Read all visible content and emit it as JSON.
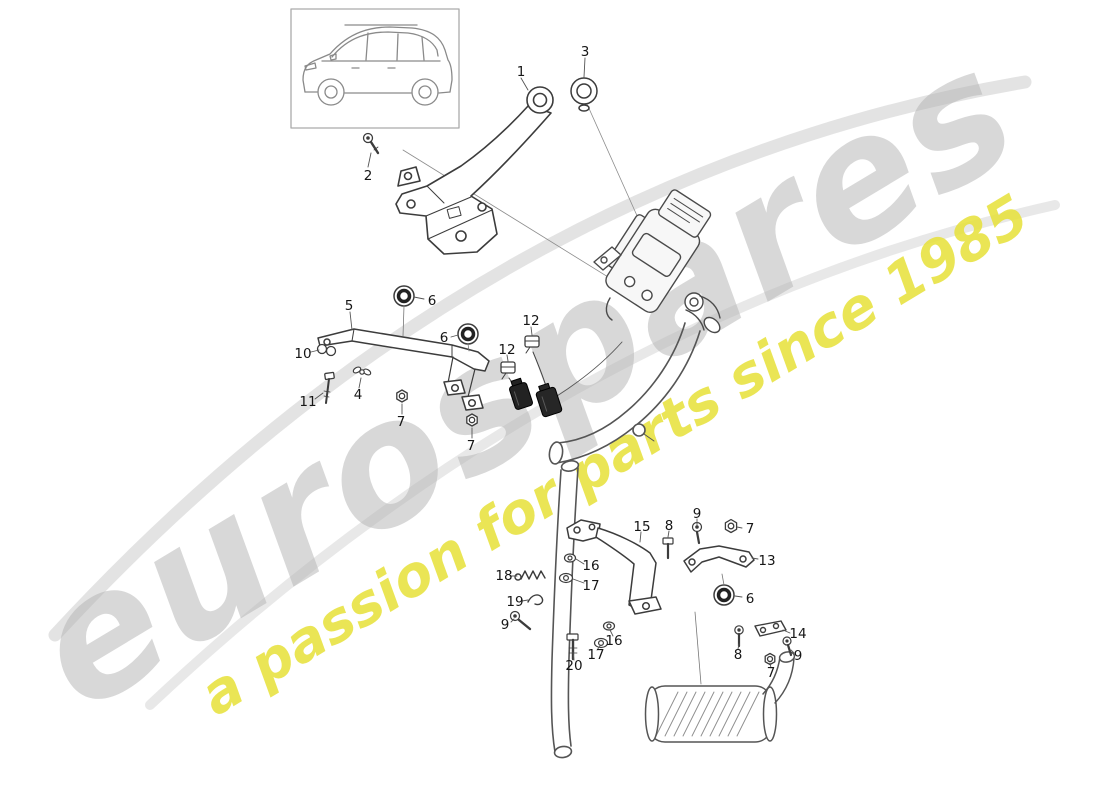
{
  "watermark": {
    "brand": "eurospares",
    "tagline": "a passion for parts since 1985"
  },
  "diagram": {
    "callouts": [
      {
        "label": "1"
      },
      {
        "label": "2"
      },
      {
        "label": "3"
      },
      {
        "label": "5"
      },
      {
        "label": "6"
      },
      {
        "label": "6"
      },
      {
        "label": "12"
      },
      {
        "label": "12"
      },
      {
        "label": "10"
      },
      {
        "label": "4"
      },
      {
        "label": "11"
      },
      {
        "label": "7"
      },
      {
        "label": "7"
      },
      {
        "label": "15"
      },
      {
        "label": "8"
      },
      {
        "label": "9"
      },
      {
        "label": "7"
      },
      {
        "label": "13"
      },
      {
        "label": "16"
      },
      {
        "label": "17"
      },
      {
        "label": "18"
      },
      {
        "label": "19"
      },
      {
        "label": "6"
      },
      {
        "label": "9"
      },
      {
        "label": "16"
      },
      {
        "label": "17"
      },
      {
        "label": "14"
      },
      {
        "label": "8"
      },
      {
        "label": "9"
      },
      {
        "label": "7"
      },
      {
        "label": "20"
      }
    ]
  }
}
